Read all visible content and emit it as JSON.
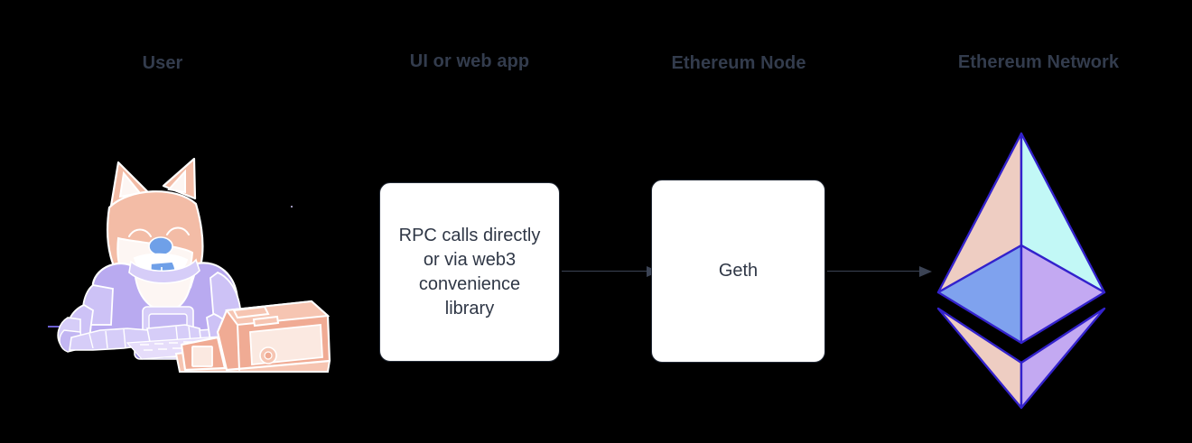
{
  "diagram": {
    "title": "Ethereum client stack flow",
    "background_color": "#000000",
    "columns": [
      {
        "key": "user",
        "label": "User"
      },
      {
        "key": "ui",
        "label": "UI or web app"
      },
      {
        "key": "node",
        "label": "Ethereum Node"
      },
      {
        "key": "network",
        "label": "Ethereum Network"
      }
    ],
    "heading_color": "#333c4d",
    "nodes": [
      {
        "key": "user_mascot",
        "type": "illustration",
        "name": "doge-astronaut-at-computer",
        "description": "Shiba Inu in a lavender spacesuit typing at a peach retro desktop computer"
      },
      {
        "key": "rpc_box",
        "type": "process",
        "label": "RPC calls directly\nor via web3\nconvenience\nlibrary",
        "fill": "#ffffff",
        "stroke": "#232a36",
        "text_color": "#2f3746"
      },
      {
        "key": "geth_box",
        "type": "process",
        "label": "Geth",
        "fill": "#ffffff",
        "stroke": "#232a36",
        "text_color": "#2f3746"
      },
      {
        "key": "eth_logo",
        "type": "illustration",
        "name": "ethereum-diamond-logo",
        "description": "Ethereum diamond logo with pastel faceted halves"
      }
    ],
    "edges": [
      {
        "key": "edge_ui_to_node",
        "from": "rpc_box",
        "to": "geth_box",
        "style": "solid-arrow",
        "color": "#3b4354",
        "label": ""
      },
      {
        "key": "edge_node_to_network",
        "from": "geth_box",
        "to": "eth_logo",
        "style": "solid-arrow",
        "color": "#3b4354",
        "label": ""
      }
    ],
    "palette": {
      "eth_top_left": "#eecdc2",
      "eth_top_right": "#c2f8f6",
      "eth_mid_left": "#7fa2ee",
      "eth_mid_right": "#c3a9f2",
      "eth_bottom_left": "#eecdc2",
      "eth_bottom_right": "#c3a9f2",
      "eth_outline": "#3322cc",
      "suit_lavender": "#b9aaf0",
      "fur_peach": "#f2b9a2",
      "computer_peach": "#f0ab94",
      "tongue_blue": "#6fa0e8"
    }
  }
}
